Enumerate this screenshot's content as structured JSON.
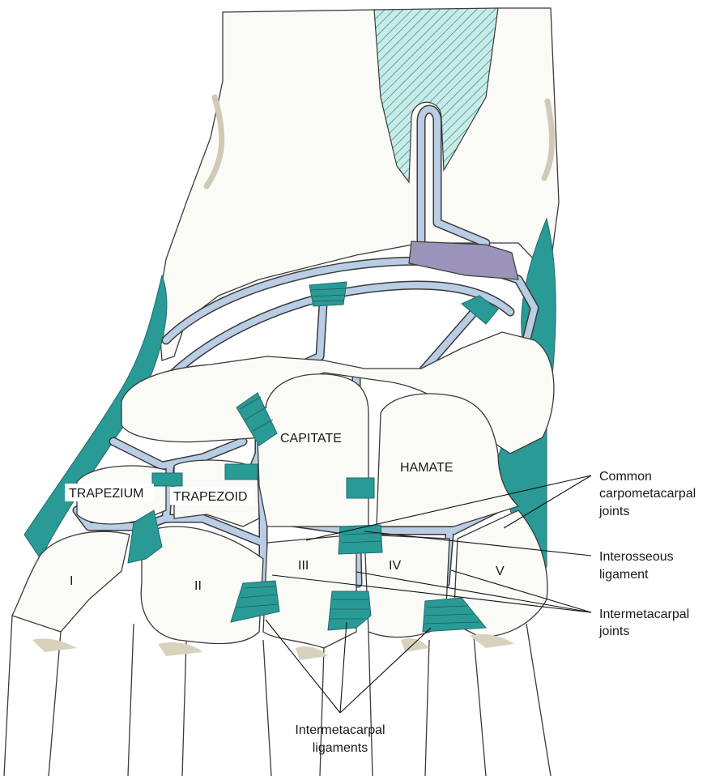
{
  "bones": {
    "trapezium": "TRAPEZIUM",
    "trapezoid": "TRAPEZOID",
    "capitate": "CAPITATE",
    "hamate": "HAMATE",
    "mc1": "I",
    "mc2": "II",
    "mc3": "III",
    "mc4": "IV",
    "mc5": "V"
  },
  "labels": {
    "common_cmc_1": "Common",
    "common_cmc_2": "carpometacarpal",
    "common_cmc_3": "joints",
    "interosseous_1": "Interosseous",
    "interosseous_2": "ligament",
    "intermetacarpal_joints_1": "Intermetacarpal",
    "intermetacarpal_joints_2": "joints",
    "intermetacarpal_ligaments_1": "Intermetacarpal",
    "intermetacarpal_ligaments_2": "ligaments"
  },
  "colors": {
    "ligament": "#2a9a96",
    "synovial": "#b9cde4",
    "bone": "#fafaf6",
    "outline": "#3a3a3a",
    "disc": "#9b93b8",
    "hatch": "#9fd3cf"
  }
}
